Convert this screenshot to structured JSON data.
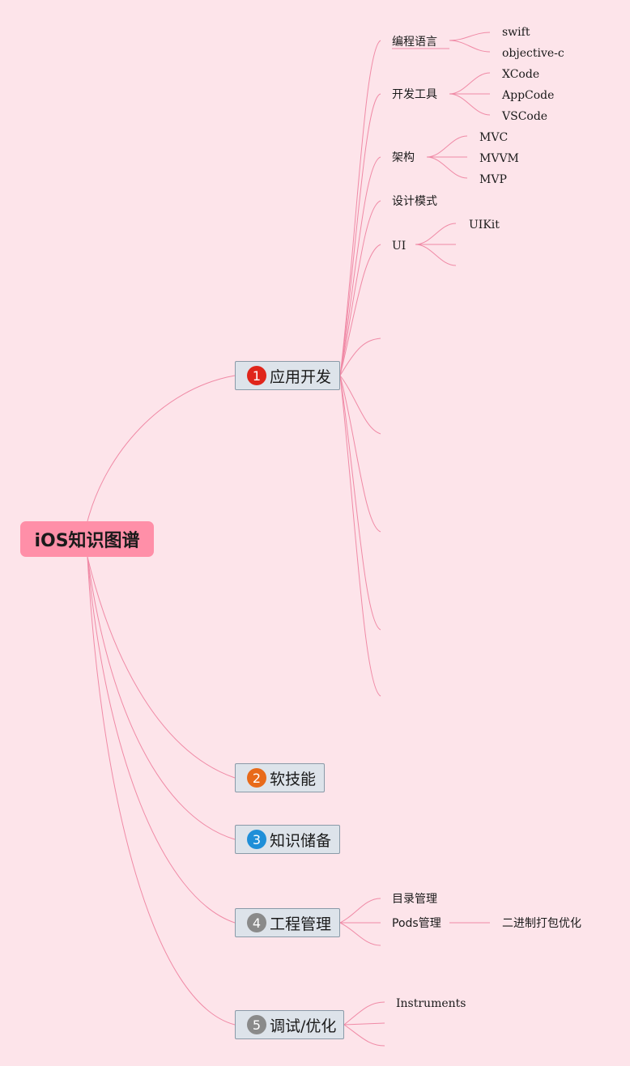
{
  "root": {
    "label": "iOS知识图谱"
  },
  "topics": [
    {
      "number": "1",
      "label": "应用开发",
      "badge_color": "#e0251b"
    },
    {
      "number": "2",
      "label": "软技能",
      "badge_color": "#e86a1a"
    },
    {
      "number": "3",
      "label": "知识储备",
      "badge_color": "#1f8fd8"
    },
    {
      "number": "4",
      "label": "工程管理",
      "badge_color": "#8a8a8a"
    },
    {
      "number": "5",
      "label": "调试/优化",
      "badge_color": "#8a8a8a"
    }
  ],
  "app_dev": {
    "lang": {
      "label": "编程语言",
      "children": [
        "swift",
        "objective-c"
      ]
    },
    "tools": {
      "label": "开发工具",
      "children": [
        "XCode",
        "AppCode",
        "VSCode"
      ]
    },
    "arch": {
      "label": "架构",
      "children": [
        "MVC",
        "MVVM",
        "MVP"
      ]
    },
    "patterns": {
      "label": "设计模式"
    },
    "ui": {
      "label": "UI",
      "children": [
        "UIKit"
      ]
    }
  },
  "project_mgmt": {
    "dirs": {
      "label": "目录管理"
    },
    "pods": {
      "label": "Pods管理",
      "children": [
        "二进制打包优化"
      ]
    }
  },
  "debug": {
    "instruments": {
      "label": "Instruments"
    }
  },
  "colors": {
    "background": "#fde4ea",
    "line": "#f08aa6",
    "root": "#ff8fa8",
    "topic": "#dde3ea"
  }
}
